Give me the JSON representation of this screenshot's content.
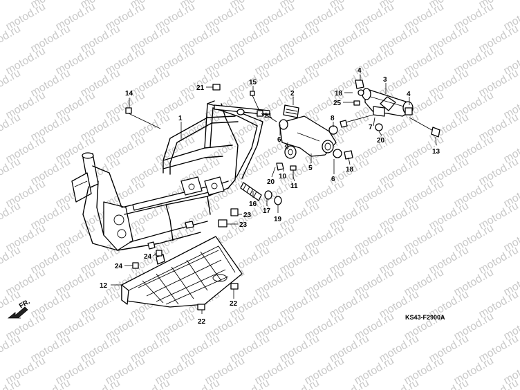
{
  "watermark": {
    "text": "motod.ru",
    "color": "#c9c9c9"
  },
  "diagram_code": "KS43-F2900A",
  "front_marker": "FR.",
  "callouts": [
    {
      "id": "c1",
      "label": "1"
    },
    {
      "id": "c2",
      "label": "2"
    },
    {
      "id": "c3",
      "label": "3"
    },
    {
      "id": "c4a",
      "label": "4"
    },
    {
      "id": "c4b",
      "label": "4"
    },
    {
      "id": "c5",
      "label": "5"
    },
    {
      "id": "c6a",
      "label": "6"
    },
    {
      "id": "c6b",
      "label": "6"
    },
    {
      "id": "c7",
      "label": "7"
    },
    {
      "id": "c8",
      "label": "8"
    },
    {
      "id": "c9",
      "label": "9"
    },
    {
      "id": "c10",
      "label": "10"
    },
    {
      "id": "c11",
      "label": "11"
    },
    {
      "id": "c12",
      "label": "12"
    },
    {
      "id": "c13",
      "label": "13"
    },
    {
      "id": "c14",
      "label": "14"
    },
    {
      "id": "c15",
      "label": "15"
    },
    {
      "id": "c16",
      "label": "16"
    },
    {
      "id": "c17",
      "label": "17"
    },
    {
      "id": "c18a",
      "label": "18"
    },
    {
      "id": "c18b",
      "label": "18"
    },
    {
      "id": "c19",
      "label": "19"
    },
    {
      "id": "c20a",
      "label": "20"
    },
    {
      "id": "c20b",
      "label": "20"
    },
    {
      "id": "c21a",
      "label": "21"
    },
    {
      "id": "c21b",
      "label": "21"
    },
    {
      "id": "c22a",
      "label": "22"
    },
    {
      "id": "c22b",
      "label": "22"
    },
    {
      "id": "c23a",
      "label": "23"
    },
    {
      "id": "c23b",
      "label": "23"
    },
    {
      "id": "c24a",
      "label": "24"
    },
    {
      "id": "c24b",
      "label": "24"
    },
    {
      "id": "c25",
      "label": "25"
    }
  ]
}
